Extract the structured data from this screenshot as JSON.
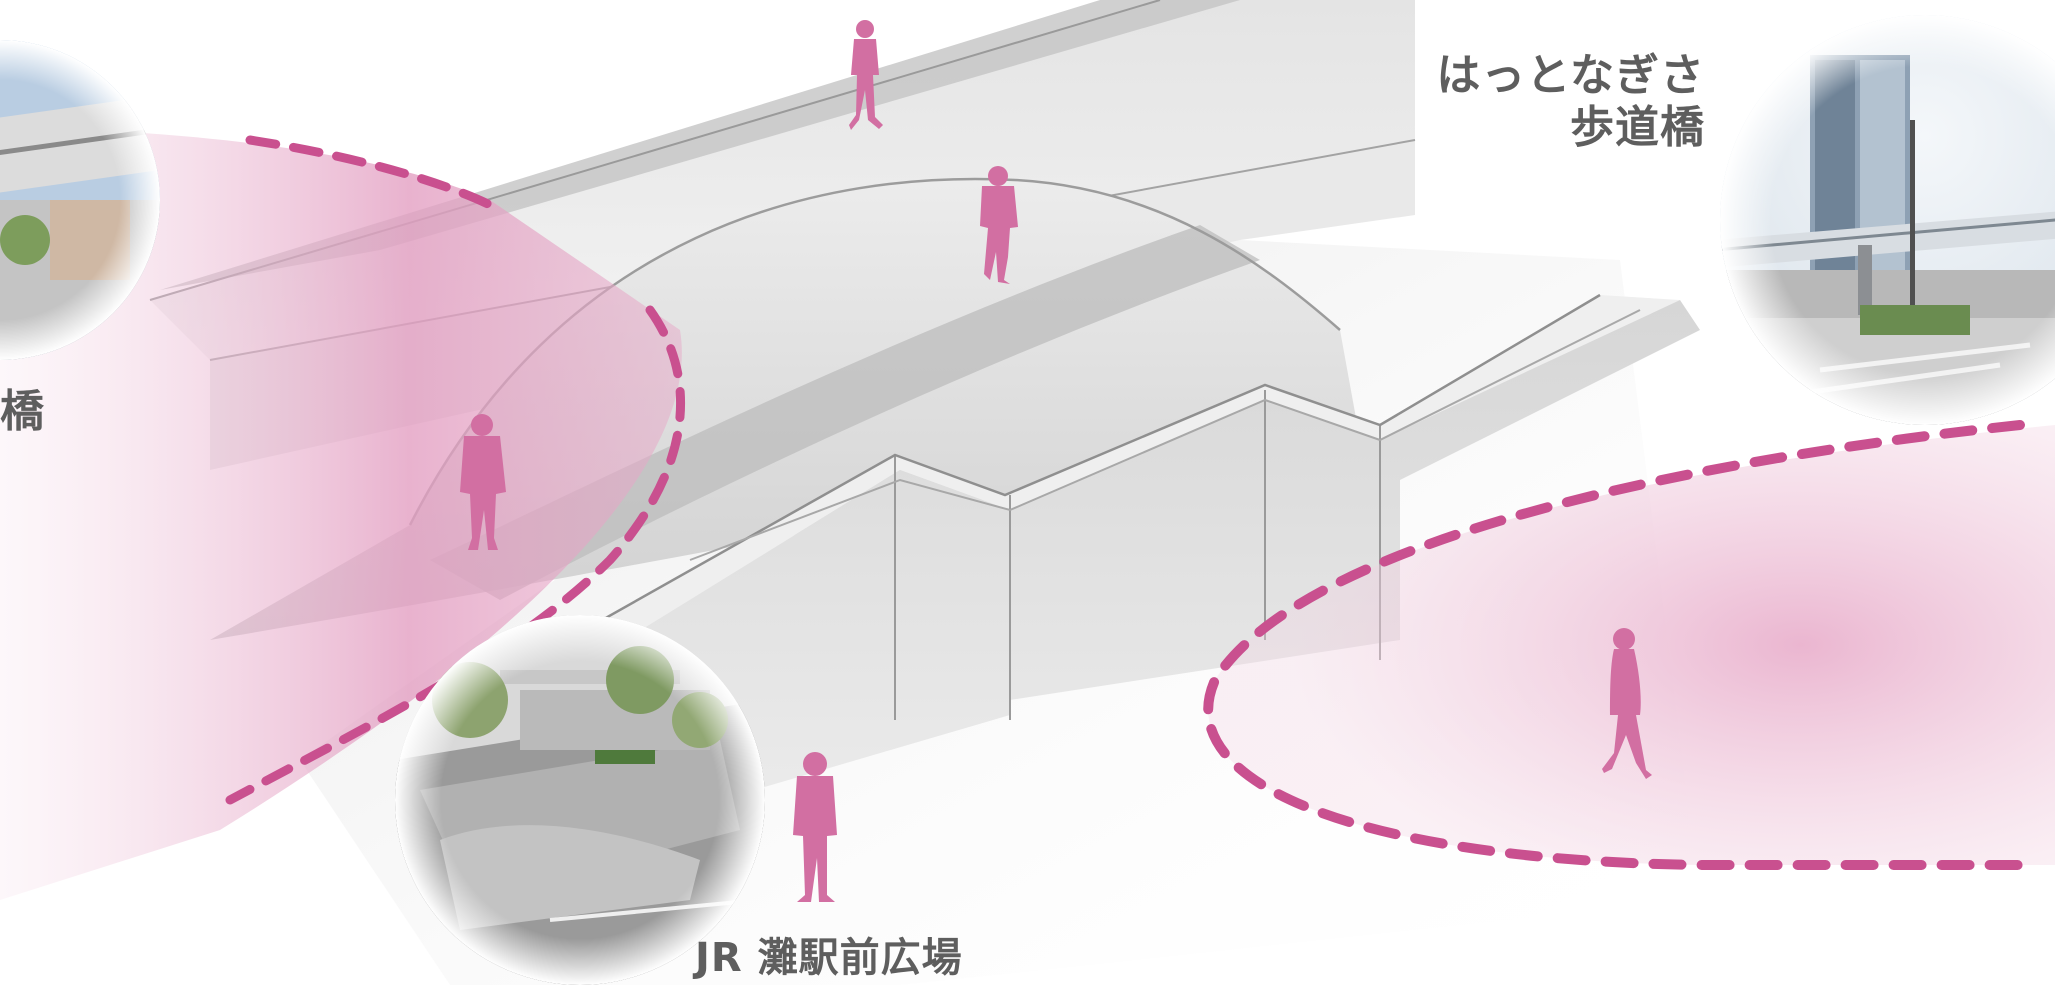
{
  "labels": {
    "hattonagisa_line1": "はっとなぎさ",
    "hattonagisa_line2": "歩道橋",
    "left_cut": "橋",
    "jr_plaza": "JR 灘駅前広場"
  },
  "colors": {
    "accent_pink": "#c9508f",
    "figure_pink": "#d26fa2",
    "structure_gray": "#c8c8c8",
    "label_gray": "#5e5e5e"
  }
}
